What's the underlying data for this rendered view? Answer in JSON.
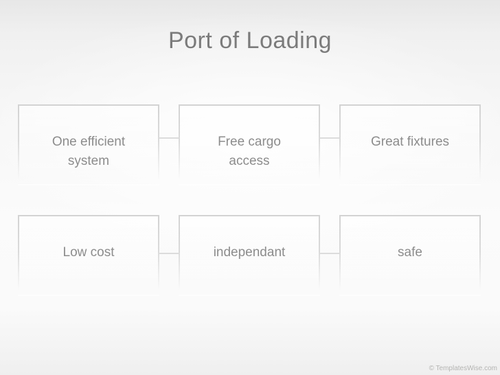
{
  "slide": {
    "title": "Port of Loading",
    "watermark": "© TemplatesWise.com"
  },
  "diagram": {
    "rows": [
      {
        "items": [
          {
            "label": "One efficient\nsystem"
          },
          {
            "label": "Free cargo\naccess"
          },
          {
            "label": "Great fixtures"
          }
        ]
      },
      {
        "items": [
          {
            "label": "Low cost"
          },
          {
            "label": "independant"
          },
          {
            "label": "safe"
          }
        ]
      }
    ]
  },
  "colors": {
    "title_text": "#7b7b7b",
    "box_text": "#8c8c8c",
    "box_border": "#d4d4d4",
    "connector_line": "#dcdcdc",
    "watermark_text": "#b4b4b2",
    "background_top": "#e8e8e8",
    "background_center": "#fbfbfb"
  }
}
